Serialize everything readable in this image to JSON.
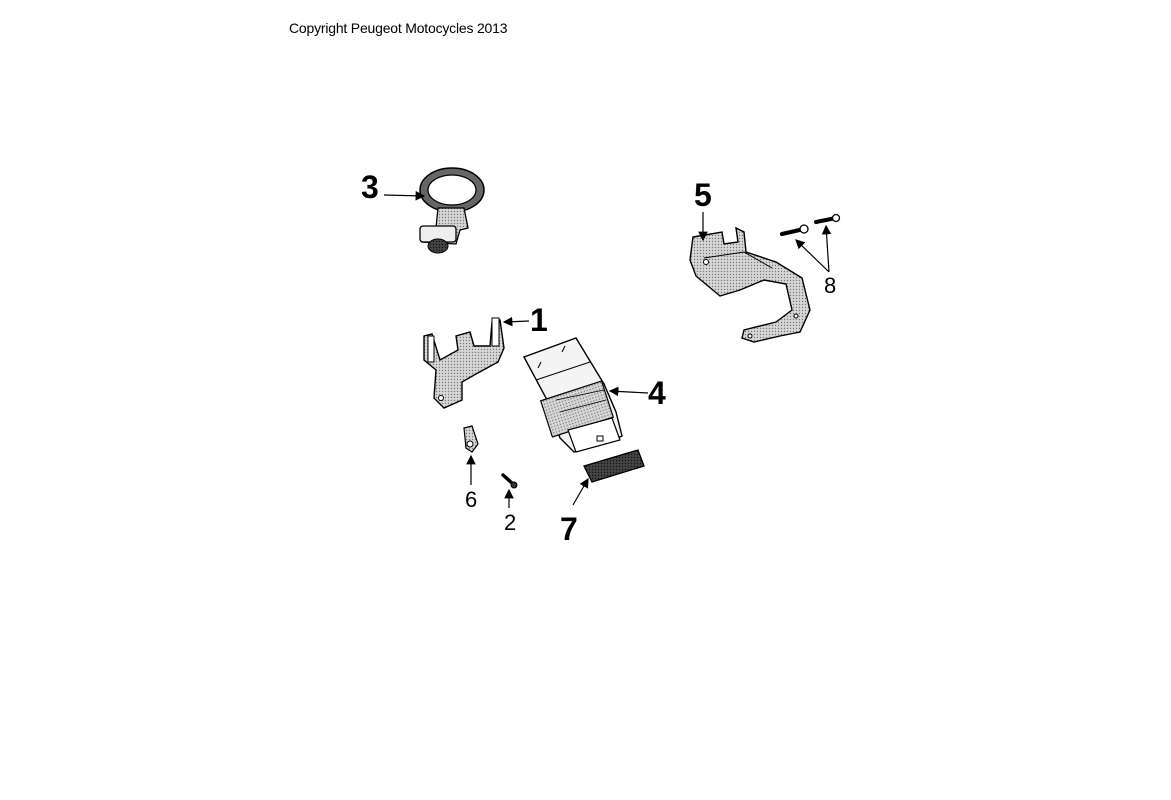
{
  "copyright": "Copyright Peugeot Motocycles 2013",
  "callouts": {
    "c1": "1",
    "c2": "2",
    "c3": "3",
    "c4": "4",
    "c5": "5",
    "c6": "6",
    "c7": "7",
    "c8": "8"
  }
}
